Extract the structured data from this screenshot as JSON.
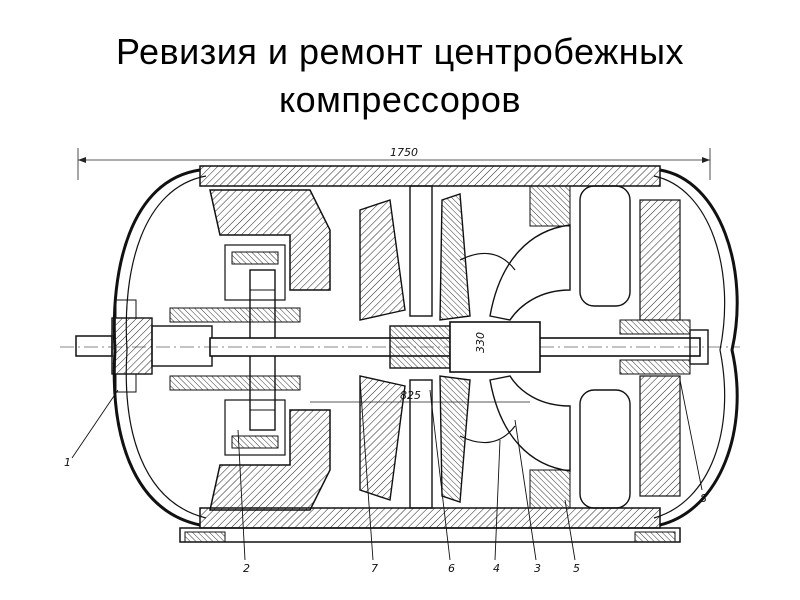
{
  "slide": {
    "title_line1": "Ревизия и ремонт центробежных",
    "title_line2": "компрессоров"
  },
  "drawing": {
    "dimension_overall": "1750",
    "dimension_shaft": "330",
    "dimension_wheel": "825",
    "callouts": [
      "1",
      "2",
      "7",
      "6",
      "4",
      "3",
      "5",
      "8"
    ]
  }
}
